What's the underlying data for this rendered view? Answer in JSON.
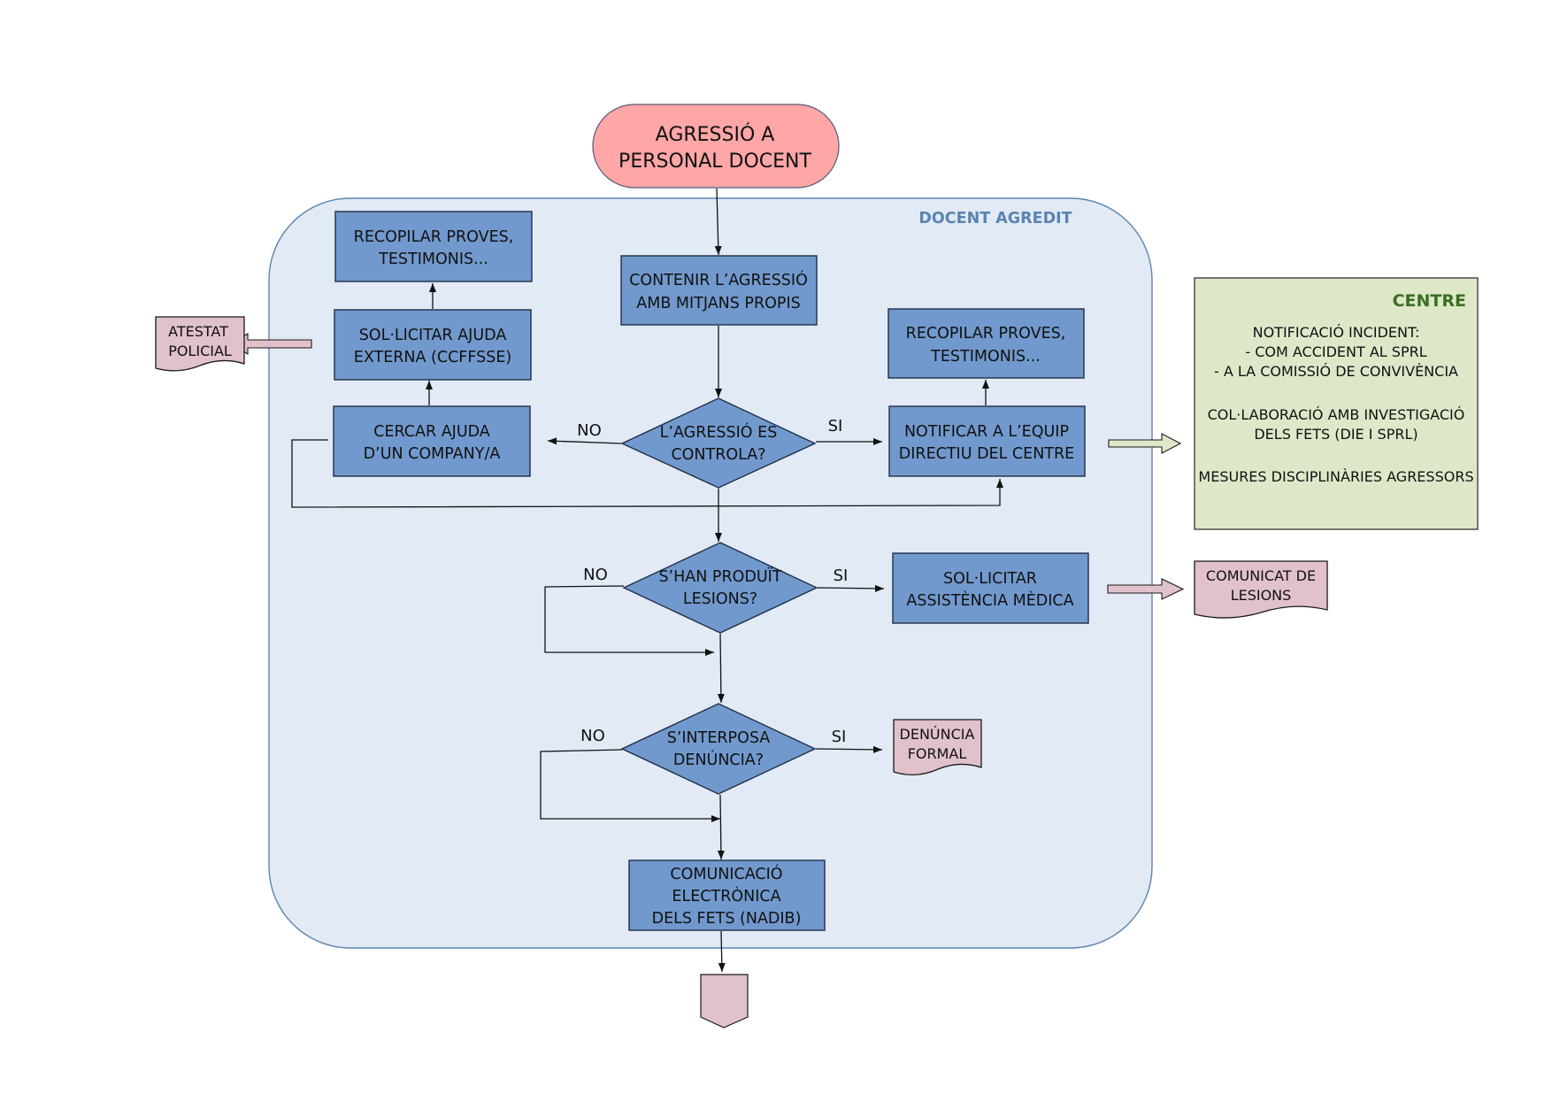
{
  "colors": {
    "panel": "#e2eaf5",
    "panel_border": "#5b84b1",
    "box": "#7199cd",
    "terminal": "#ffa6a6",
    "document": "#e0c1cc",
    "centre_panel": "#dde8c9",
    "centre_title": "#3b6e22"
  },
  "start": {
    "line1": "AGRESSIÓ A",
    "line2": "PERSONAL DOCENT"
  },
  "panel": {
    "title": "DOCENT AGREDIT"
  },
  "boxes": {
    "contenir": {
      "line1": "CONTENIR L’AGRESSIÓ",
      "line2": "AMB MITJANS PROPIS"
    },
    "recopilar_left": {
      "line1": "RECOPILAR PROVES,",
      "line2": "TESTIMONIS..."
    },
    "sollicitar_ajuda": {
      "line1": "SOL·LICITAR AJUDA",
      "line2": "EXTERNA (CCFFSSE)"
    },
    "cercar_ajuda": {
      "line1": "CERCAR AJUDA",
      "line2": "D’UN COMPANY/A"
    },
    "recopilar_right": {
      "line1": "RECOPILAR PROVES,",
      "line2": "TESTIMONIS..."
    },
    "notificar": {
      "line1": "NOTIFICAR A L’EQUIP",
      "line2": "DIRECTIU DEL CENTRE"
    },
    "assistencia": {
      "line1": "SOL·LICITAR",
      "line2": "ASSISTÈNCIA MÈDICA"
    },
    "comunicacio": {
      "line1": "COMUNICACIÓ",
      "line2": "ELECTRÒNICA",
      "line3": "DELS FETS (NADIB)"
    }
  },
  "decisions": {
    "controla": {
      "line1": "L’AGRESSIÓ ES",
      "line2": "CONTROLA?",
      "no": "NO",
      "yes": "SI"
    },
    "lesions": {
      "line1": "S’HAN PRODUÏT",
      "line2": "LESIONS?",
      "no": "NO",
      "yes": "SI"
    },
    "denuncia": {
      "line1": "S’INTERPOSA",
      "line2": "DENÚNCIA?",
      "no": "NO",
      "yes": "SI"
    }
  },
  "documents": {
    "atestat": {
      "line1": "ATESTAT",
      "line2": "POLICIAL"
    },
    "comunicat": {
      "line1": "COMUNICAT DE",
      "line2": "LESIONS"
    },
    "denuncia_formal": {
      "line1": "DENÚNCIA",
      "line2": "FORMAL"
    }
  },
  "centre": {
    "title": "CENTRE",
    "lines": [
      "NOTIFICACIÓ INCIDENT:",
      "- COM ACCIDENT AL SPRL",
      "- A LA COMISSIÓ DE CONVIVÈNCIA",
      "",
      "COL·LABORACIÓ AMB INVESTIGACIÓ",
      "DELS FETS (DIE I SPRL)",
      "",
      "MESURES DISCIPLINÀRIES AGRESSORS"
    ]
  }
}
